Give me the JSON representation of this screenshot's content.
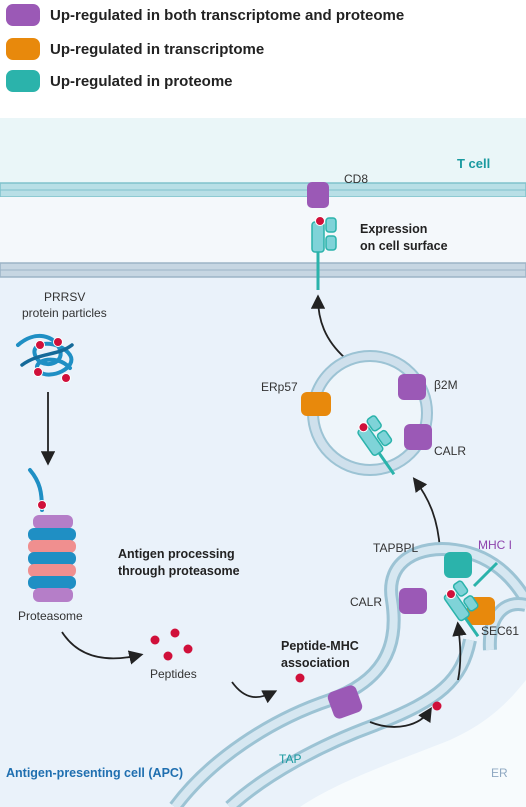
{
  "legend": {
    "items": [
      {
        "label": "Up-regulated in both transcriptome and proteome",
        "color": "#9b59b6"
      },
      {
        "label": "Up-regulated in  transcriptome",
        "color": "#e8890c"
      },
      {
        "label": "Up-regulated in  proteome",
        "color": "#2bb3ab"
      }
    ]
  },
  "labels": {
    "t_cell": "T cell",
    "cd8": "CD8",
    "expression_line1": "Expression",
    "expression_line2": "on cell surface",
    "prrsv_line1": "PRRSV",
    "prrsv_line2": "protein particles",
    "erp57": "ERp57",
    "b2m": "β2M",
    "calr_top": "CALR",
    "proteasome": "Proteasome",
    "antigen_line1": "Antigen processing",
    "antigen_line2": "through proteasome",
    "tapbpl": "TAPBPL",
    "mhc1": "MHC I",
    "calr_bottom": "CALR",
    "sec61": "SEC61",
    "peptides": "Peptides",
    "peptide_mhc_line1": "Peptide-MHC",
    "peptide_mhc_line2": "association",
    "tap": "TAP",
    "er": "ER",
    "apc": "Antigen-presenting cell (APC)"
  },
  "colors": {
    "purple": "#9b59b6",
    "orange": "#e8890c",
    "teal": "#2bb3ab",
    "membrane": "#9cc3d4",
    "cell_bg": "#eaf2fa",
    "peptide": "#d0103a"
  }
}
